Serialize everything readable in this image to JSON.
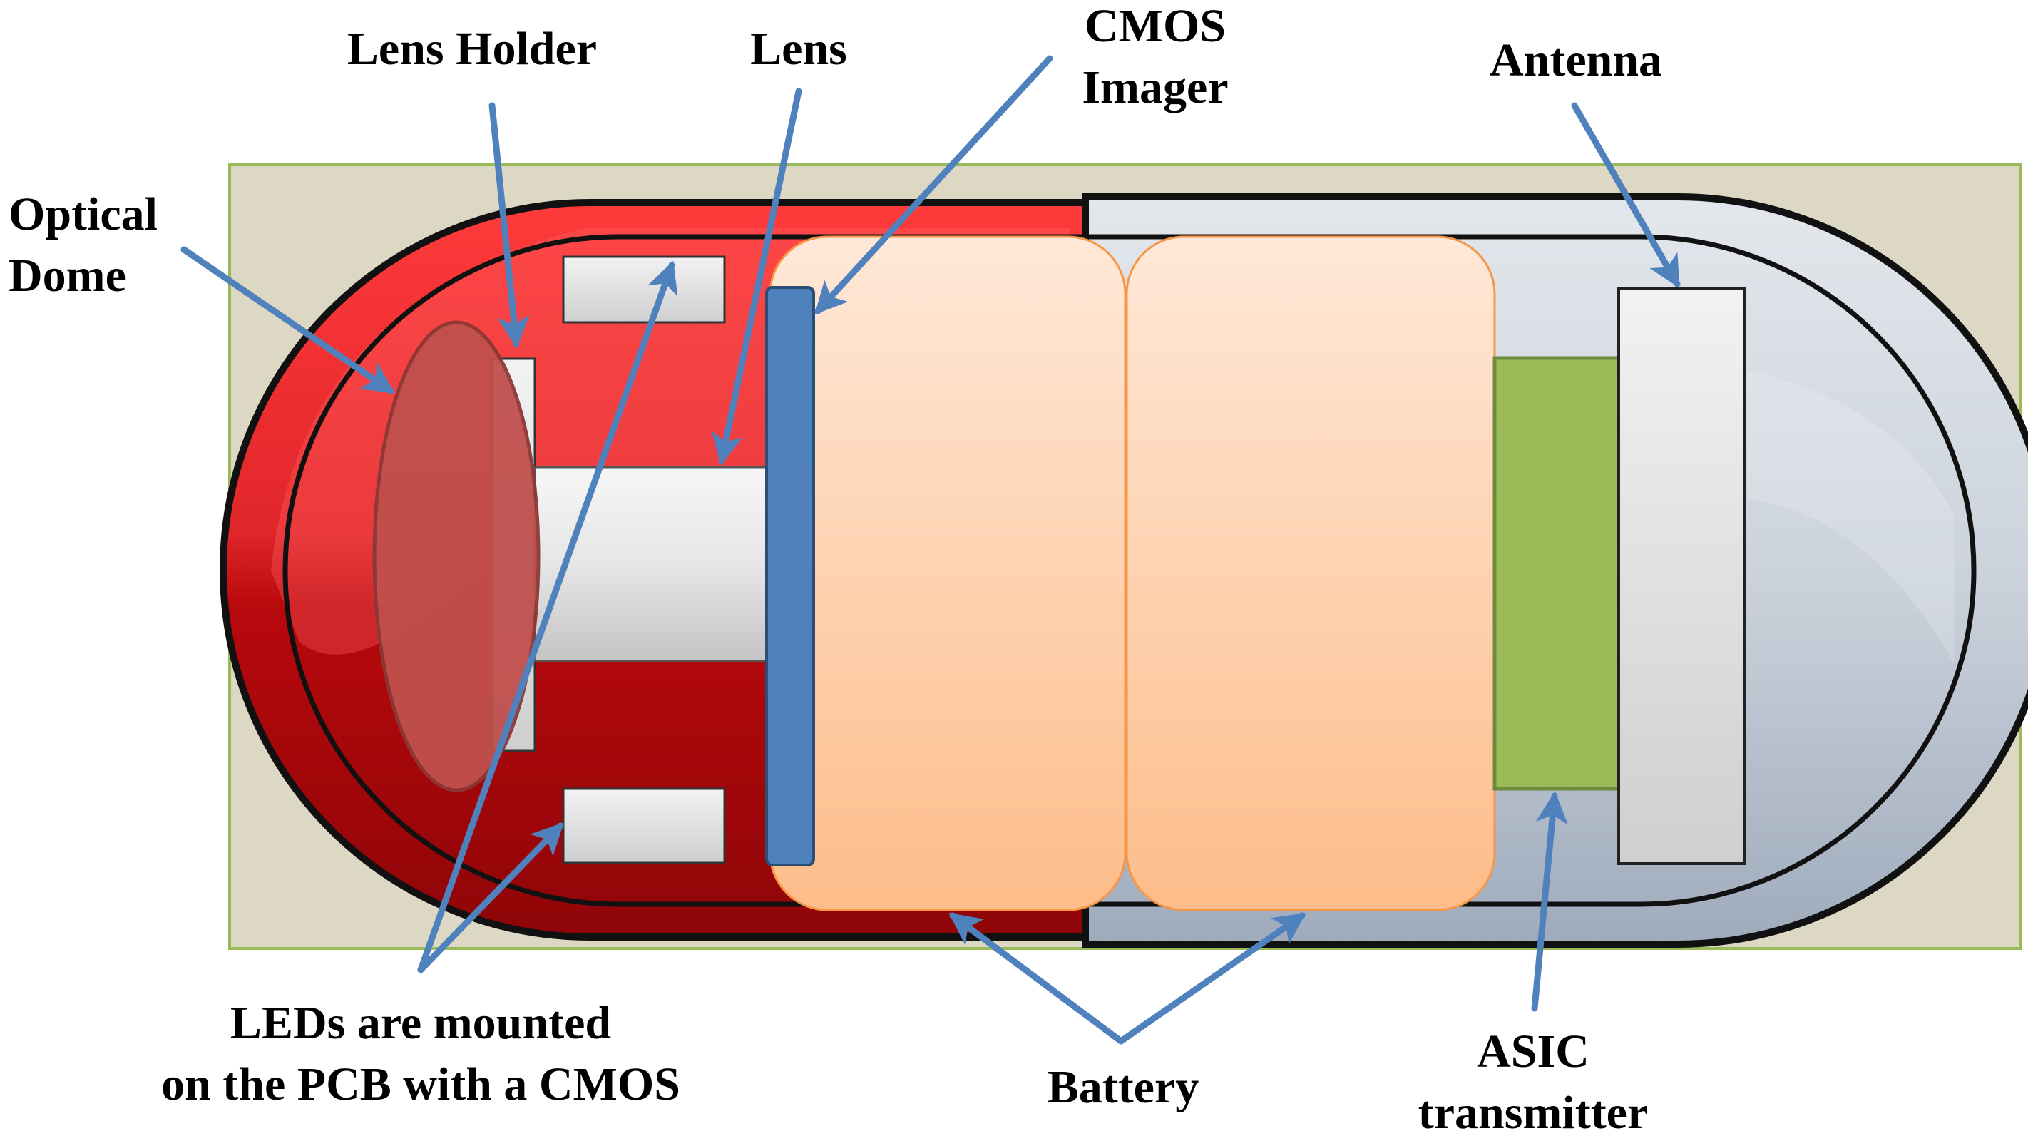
{
  "labels": {
    "optical_dome": [
      "Optical",
      "Dome"
    ],
    "lens_holder": "Lens Holder",
    "lens": "Lens",
    "cmos_imager": [
      "CMOS",
      "Imager"
    ],
    "antenna": "Antenna",
    "leds": [
      "LEDs are mounted",
      "on the PCB with a CMOS"
    ],
    "battery": "Battery",
    "asic": [
      "ASIC",
      "transmitter"
    ]
  },
  "colors": {
    "background_panel": "#ddd8c4",
    "panel_border": "#9bbb59",
    "capsule_red": "#e0262a",
    "capsule_red_dark": "#a80f12",
    "capsule_grey": "#c9d1dc",
    "dome": "#c0504d",
    "cmos": "#4f81bd",
    "battery": "#fcc9a1",
    "asic": "#9bbb59",
    "arrow": "#4f81bd"
  }
}
